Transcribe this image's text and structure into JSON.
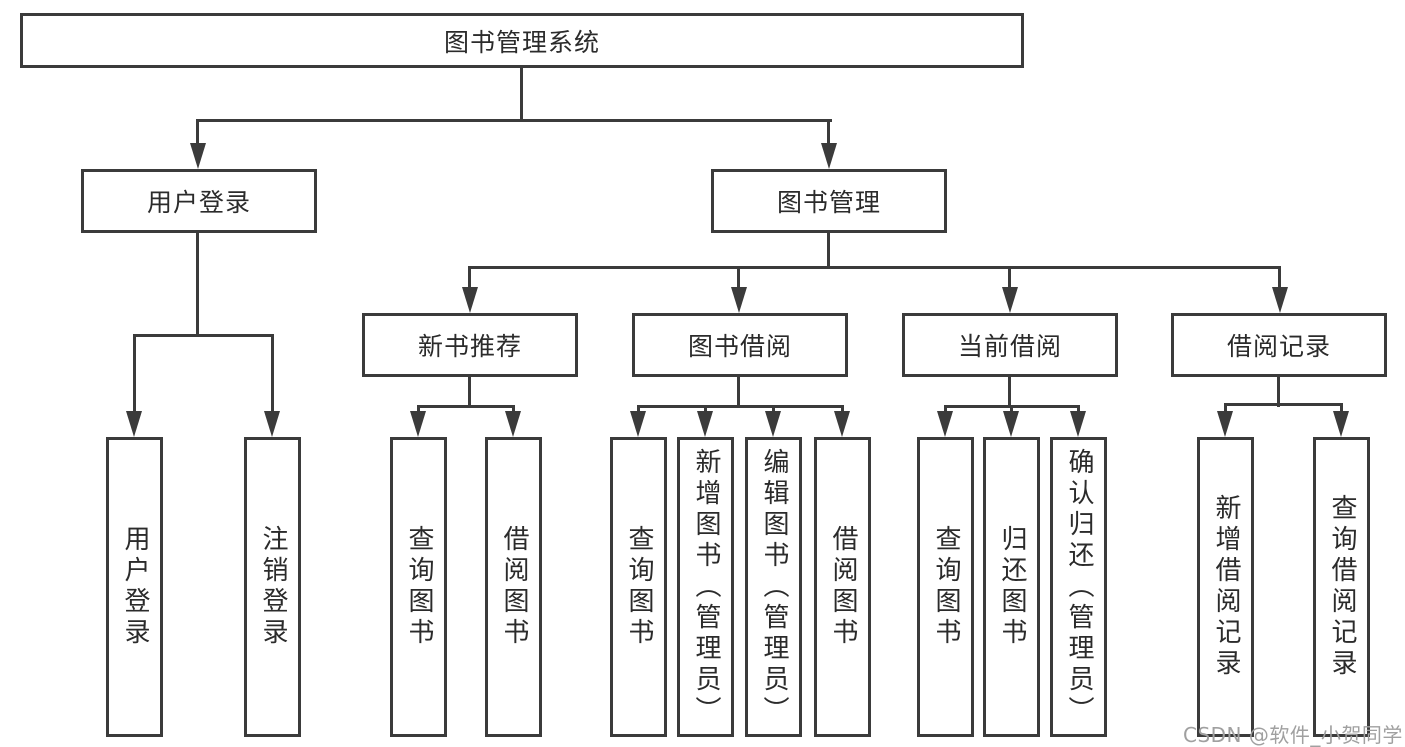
{
  "tree": {
    "root": {
      "label": "图书管理系统"
    },
    "user_login": {
      "label": "用户登录",
      "children": [
        {
          "label": "用户登录"
        },
        {
          "label": "注销登录"
        }
      ]
    },
    "book_mgmt": {
      "label": "图书管理",
      "sections": [
        {
          "label": "新书推荐",
          "children": [
            {
              "label": "查询图书"
            },
            {
              "label": "借阅图书"
            }
          ]
        },
        {
          "label": "图书借阅",
          "children": [
            {
              "label": "查询图书"
            },
            {
              "label": "新增图书（管理员）"
            },
            {
              "label": "编辑图书（管理员）"
            },
            {
              "label": "借阅图书"
            }
          ]
        },
        {
          "label": "当前借阅",
          "children": [
            {
              "label": "查询图书"
            },
            {
              "label": "归还图书"
            },
            {
              "label": "确认归还（管理员）"
            }
          ]
        },
        {
          "label": "借阅记录",
          "children": [
            {
              "label": "新增借阅记录"
            },
            {
              "label": "查询借阅记录"
            }
          ]
        }
      ]
    }
  },
  "watermark": {
    "text": "CSDN @软件_小贺同学"
  },
  "colors": {
    "line": "#3b3b3b",
    "text": "#2b2b2b",
    "watermark": "#a0a0a0",
    "background": "#ffffff"
  }
}
